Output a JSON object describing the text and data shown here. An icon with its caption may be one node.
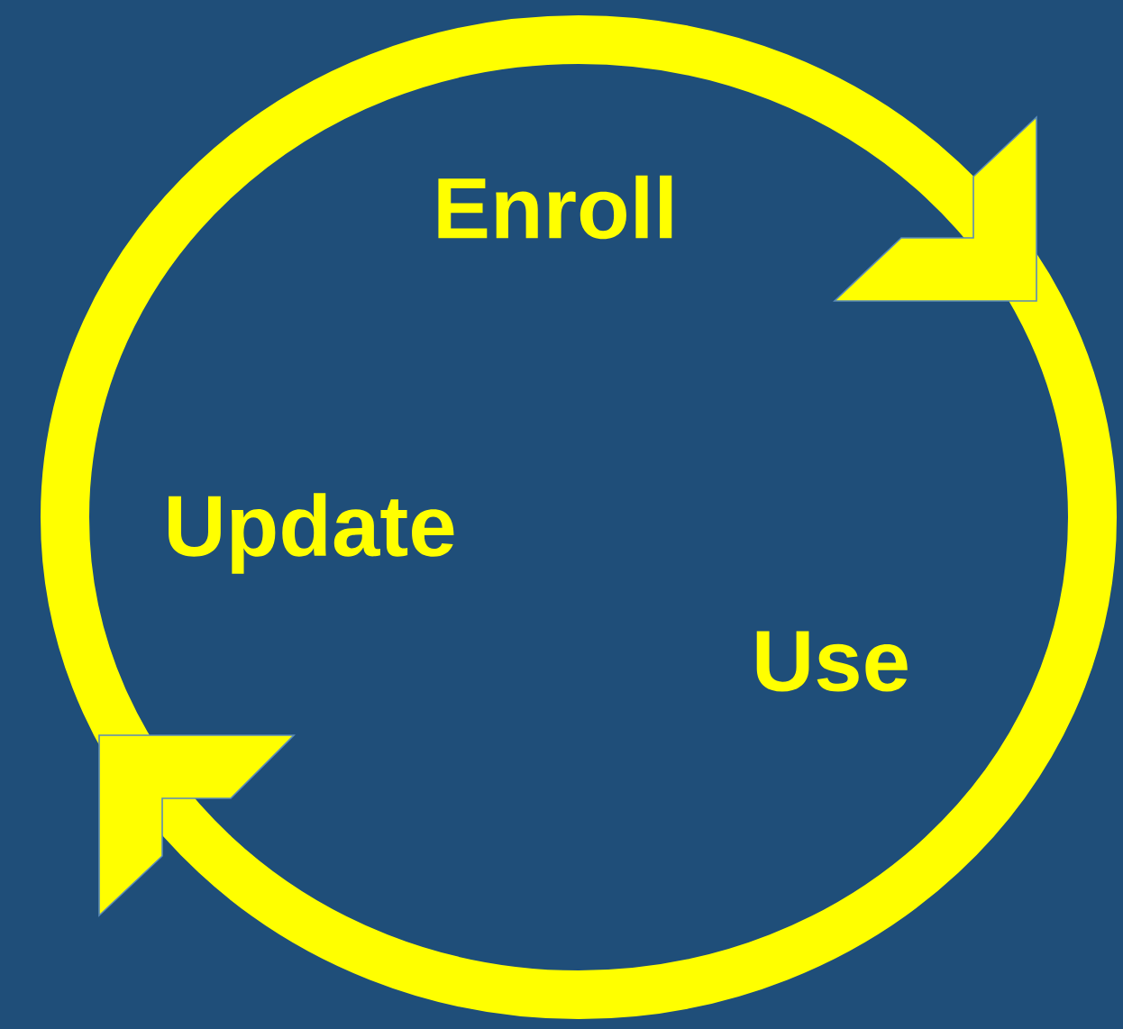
{
  "diagram": {
    "labels": [
      "Enroll",
      "Update",
      "Use"
    ]
  }
}
